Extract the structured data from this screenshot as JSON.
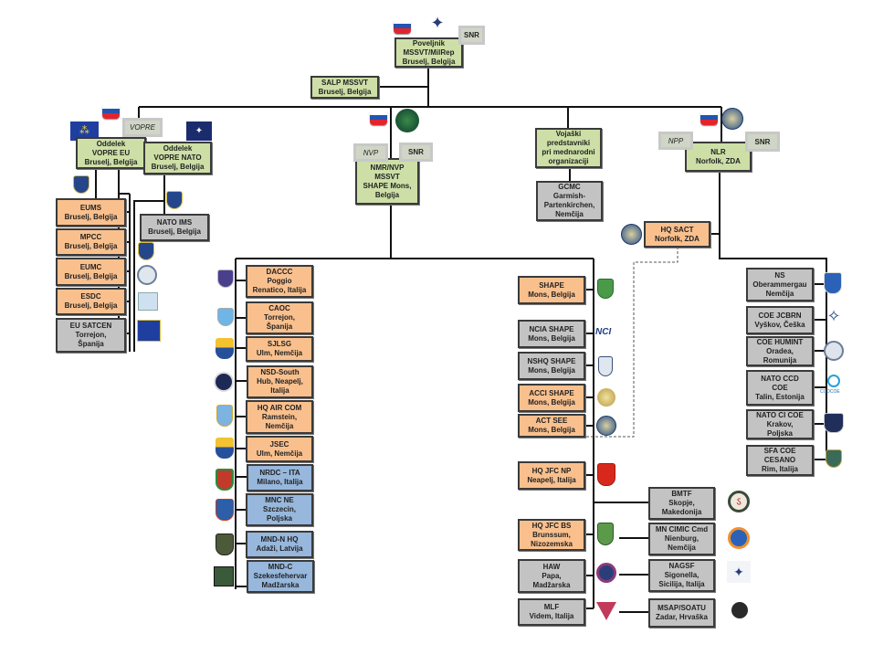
{
  "colors": {
    "command": "#cddfa6",
    "nato_structure": "#f9c08e",
    "other": "#c3c3c3",
    "force_structure": "#97b7dc"
  },
  "badges": {
    "snr_top": "SNR",
    "vopre": "VOPRE",
    "nvp": "NVP",
    "snr_nmr": "SNR",
    "npp": "NPP",
    "snr_nlr": "SNR"
  },
  "boxes": {
    "poveljnik": "Poveljnik\nMSSVT/MilRep\nBruselj, Belgija",
    "salp": "SALP MSSVT\nBruselj, Belgija",
    "vopre_eu": "Oddelek\nVOPRE EU\nBruselj, Belgija",
    "vopre_nato": "Oddelek\nVOPRE NATO\nBruselj, Belgija",
    "nmr": "NMR/NVP\nMSSVT\nSHAPE Mons,\nBelgija",
    "vojaski": "Vojaški\npredstavniki\npri mednarodni\norganizaciji",
    "gcmc": "GCMC\nGarmish-\nPartenkirchen,\nNemčija",
    "nlr": "NLR\nNorfolk, ZDA",
    "hq_sact": "HQ SACT\nNorfolk, ZDA",
    "eums": "EUMS\nBruselj, Belgija",
    "mpcc": "MPCC\nBruselj, Belgija",
    "eumc": "EUMC\nBruselj, Belgija",
    "esdc": "ESDC\nBruselj, Belgija",
    "eu_satcen": "EU SATCEN\nTorrejon,\nŠpanija",
    "nato_ims": "NATO IMS\nBruselj, Belgija",
    "daccc": "DACCC\nPoggio\nRenatico, Italija",
    "caoc": "CAOC\nTorrejon,\nŠpanija",
    "sjlsg": "SJLSG\nUlm, Nemčija",
    "nsd_south": "NSD-South\nHub, Neapelj,\nItalija",
    "hq_air_com": "HQ AIR COM\nRamstein,\nNemčija",
    "jsec": "JSEC\nUlm, Nemčija",
    "nrdc_ita": "NRDC – ITA\nMilano, Italija",
    "mnc_ne": "MNC NE\nSzczecin,\nPoljska",
    "mnd_n": "MND-N HQ\nAdaži, Latvija",
    "mnd_c": "MND-C\nSzekesfehervar\nMadžarska",
    "shape": "SHAPE\nMons, Belgija",
    "ncia": "NCIA SHAPE\nMons, Belgija",
    "nshq": "NSHQ SHAPE\nMons, Belgija",
    "acci": "ACCI SHAPE\nMons, Belgija",
    "act_see": "ACT SEE\nMons, Belgija",
    "jfc_np": "HQ JFC NP\nNeapelj, Italija",
    "jfc_bs": "HQ JFC BS\nBrunssum,\nNizozemska",
    "haw": "HAW\nPapa,\nMadžarska",
    "mlf": "MLF\nVidem, Italija",
    "bmtf": "BMTF\nSkopje,\nMakedonija",
    "mn_cimic": "MN CIMIC Cmd\nNienburg,\nNemčija",
    "nagsf": "NAGSF\nSigonella,\nSicilija, Italija",
    "msap": "MSAP/SOATU\nZadar, Hrvaška",
    "ns": "NS\nOberammergau\nNemčija",
    "coe_jcbrn": "COE JCBRN\nVyškov, Češka",
    "coe_humint": "COE HUMINT\nOradea,\nRomunija",
    "ccd_coe": "NATO CCD\nCOE\nTalin, Estonija",
    "ci_coe": "NATO CI COE\nKrakov,\nPoljska",
    "sfa_coe": "SFA COE\nCESANO\nRim, Italija"
  },
  "emblem_labels": {
    "ccdcoe": "CCDCOE"
  }
}
